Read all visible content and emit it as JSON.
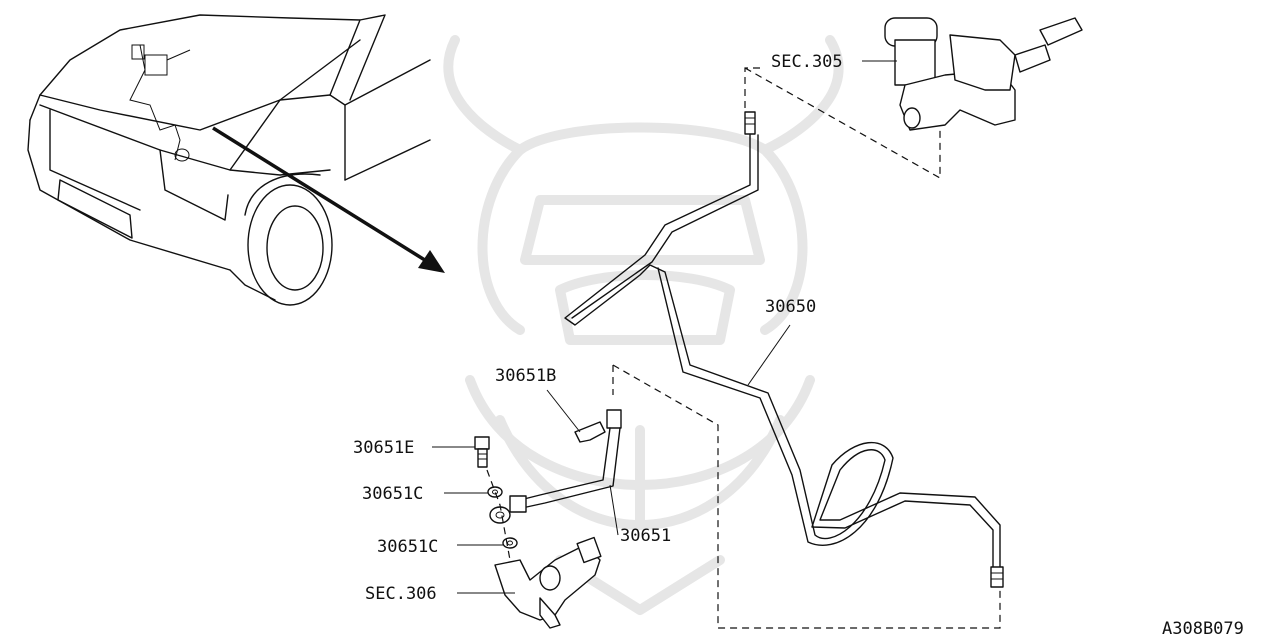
{
  "diagram": {
    "labels": {
      "sec305": "SEC.305",
      "p30650": "30650",
      "p30651B": "30651B",
      "p30651E": "30651E",
      "p30651C_a": "30651C",
      "p30651C_b": "30651C",
      "p30651": "30651",
      "sec306": "SEC.306"
    },
    "figure_code": "A308B079"
  }
}
